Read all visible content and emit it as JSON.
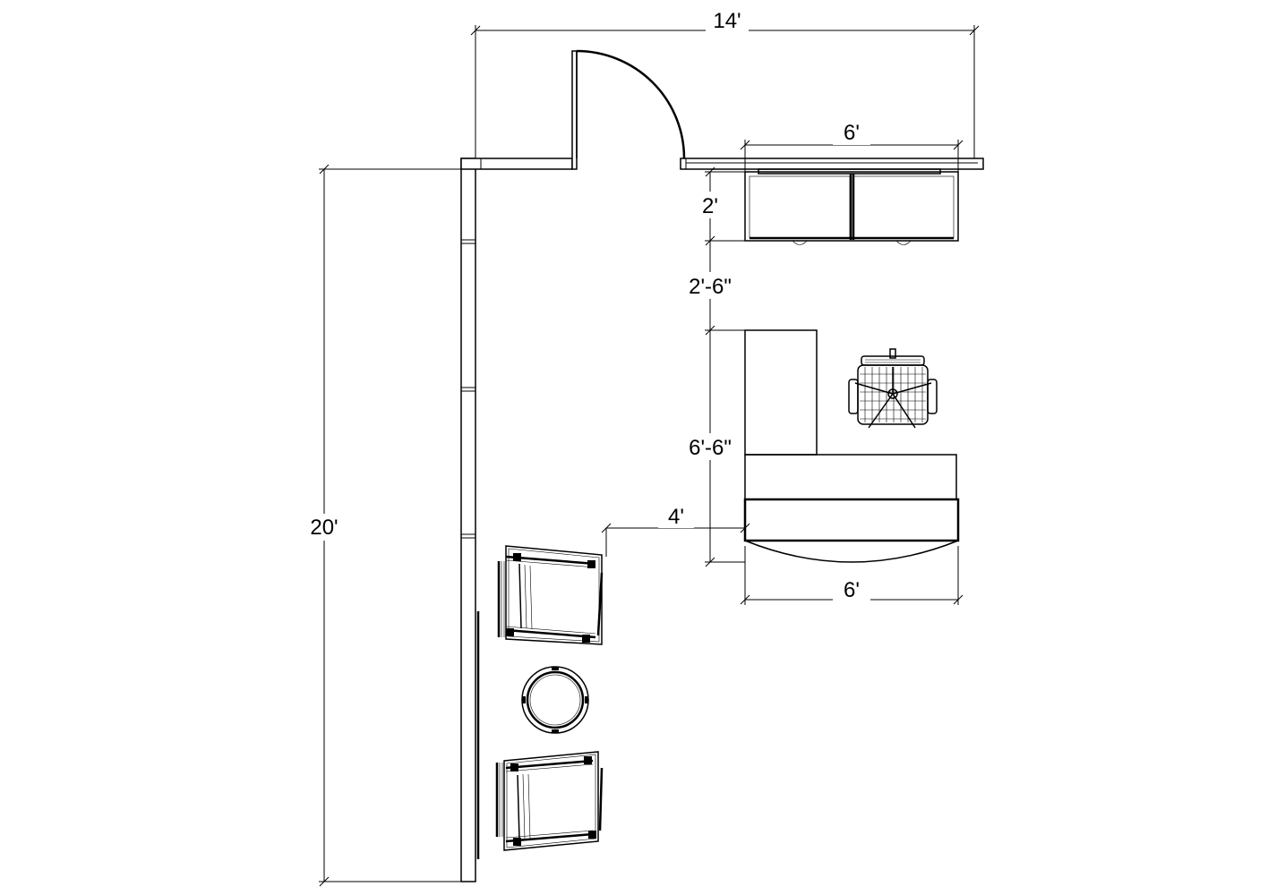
{
  "dimensions": {
    "overall_width": "14'",
    "cabinet_width": "6'",
    "cabinet_depth": "2'",
    "aisle_gap": "2'-6\"",
    "desk_depth": "6'-6\"",
    "clearance": "4'",
    "desk_width": "6'",
    "overall_length": "20'"
  },
  "colors": {
    "line": "#000000",
    "background": "#ffffff"
  }
}
